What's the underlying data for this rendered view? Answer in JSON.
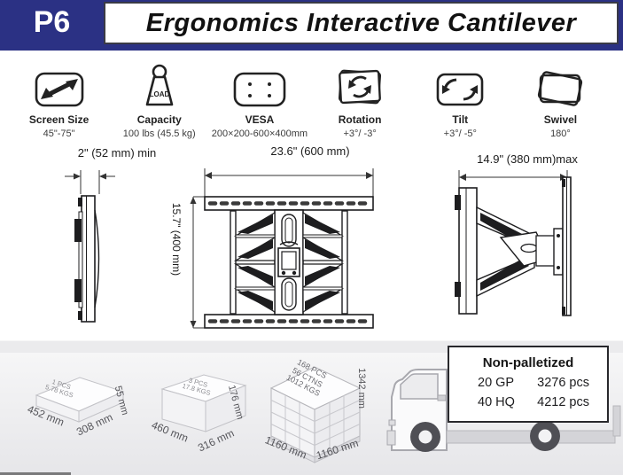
{
  "header": {
    "model": "P6",
    "title": "Ergonomics Interactive Cantilever"
  },
  "specs": [
    {
      "label": "Screen Size",
      "value": "45\"-75\""
    },
    {
      "label": "Capacity",
      "value": "100 lbs (45.5 kg)",
      "icon_text": "LOAD"
    },
    {
      "label": "VESA",
      "value": "200×200-600×400mm"
    },
    {
      "label": "Rotation",
      "value": "+3°/ -3°"
    },
    {
      "label": "Tilt",
      "value": "+3°/ -5°"
    },
    {
      "label": "Swivel",
      "value": "180°"
    }
  ],
  "dimensions": {
    "wall_depth_min": "2\" (52 mm) min",
    "width": "23.6\" (600 mm)",
    "height": "15.7\" (400 mm)",
    "extension_max": "14.9\" (380 mm)max"
  },
  "packaging": {
    "inner_box": {
      "pcs": "1 PCS",
      "weight": "5.78 KGS",
      "length": "452 mm",
      "depth": "308 mm",
      "height": "55 mm"
    },
    "carton": {
      "pcs": "3 PCS",
      "weight": "17.8 KGS",
      "length": "460 mm",
      "depth": "316 mm",
      "height": "176 mm"
    },
    "pallet": {
      "pcs": "168 PCS",
      "cartons": "56 CTNS",
      "weight": "1012 KGS",
      "length": "1160 mm",
      "depth": "1160 mm",
      "height": "1342 mm"
    },
    "truck": {
      "title": "Non-palletized",
      "rows": [
        {
          "container": "20 GP",
          "quantity": "3276 pcs"
        },
        {
          "container": "40 HQ",
          "quantity": "4212 pcs"
        }
      ]
    }
  },
  "colors": {
    "navy": "#2b3184",
    "ink": "#1d1d1f",
    "pack_gray": "#b5b5ba"
  }
}
